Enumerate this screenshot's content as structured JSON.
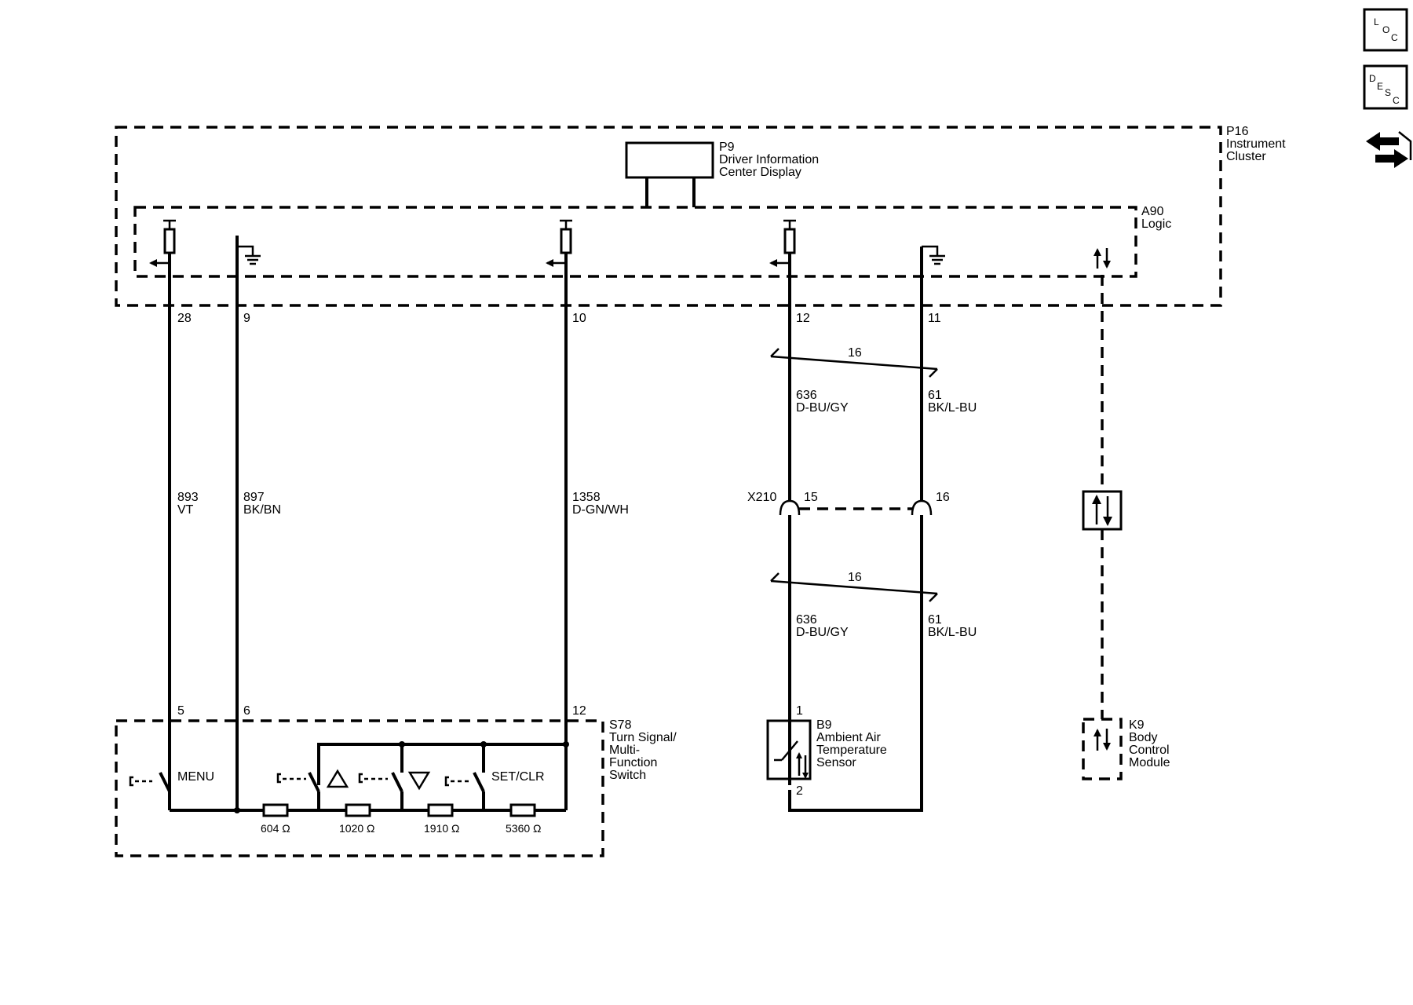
{
  "side_icons": [
    {
      "icon": "loc-icon",
      "letters": [
        "L",
        "O",
        "C"
      ]
    },
    {
      "icon": "desc-icon",
      "letters": [
        "D",
        "E",
        "S",
        "C"
      ]
    },
    {
      "icon": "navigate-arrows-icon"
    }
  ],
  "components": {
    "p16": {
      "id": "P16",
      "name": [
        "Instrument",
        "Cluster"
      ]
    },
    "p9": {
      "id": "P9",
      "name": [
        "Driver Information",
        "Center Display"
      ]
    },
    "a90": {
      "id": "A90",
      "name": [
        "Logic"
      ]
    },
    "s78": {
      "id": "S78",
      "name": [
        "Turn Signal/",
        "Multi-",
        "Function",
        "Switch"
      ]
    },
    "b9": {
      "id": "B9",
      "name": [
        "Ambient Air",
        "Temperature",
        "Sensor"
      ]
    },
    "k9": {
      "id": "K9",
      "name": [
        "Body",
        "Control",
        "Module"
      ]
    }
  },
  "cluster_pins": [
    "28",
    "9",
    "10",
    "12",
    "11"
  ],
  "wires": [
    {
      "circuit": "893",
      "color": "VT"
    },
    {
      "circuit": "897",
      "color": "BK/BN"
    },
    {
      "circuit": "1358",
      "color": "D-GN/WH"
    },
    {
      "circuit": "636",
      "color": "D-BU/GY"
    },
    {
      "circuit": "61",
      "color": "BK/L-BU"
    }
  ],
  "twist_label": "16",
  "connector": {
    "id": "X210",
    "pins": [
      "15",
      "16"
    ]
  },
  "switch_pins": [
    "5",
    "6",
    "12"
  ],
  "sensor_pins": [
    "1",
    "2"
  ],
  "switch_labels": {
    "menu": "MENU",
    "setclr": "SET/CLR"
  },
  "resistors": [
    "604 Ω",
    "1020 Ω",
    "1910 Ω",
    "5360 Ω"
  ]
}
